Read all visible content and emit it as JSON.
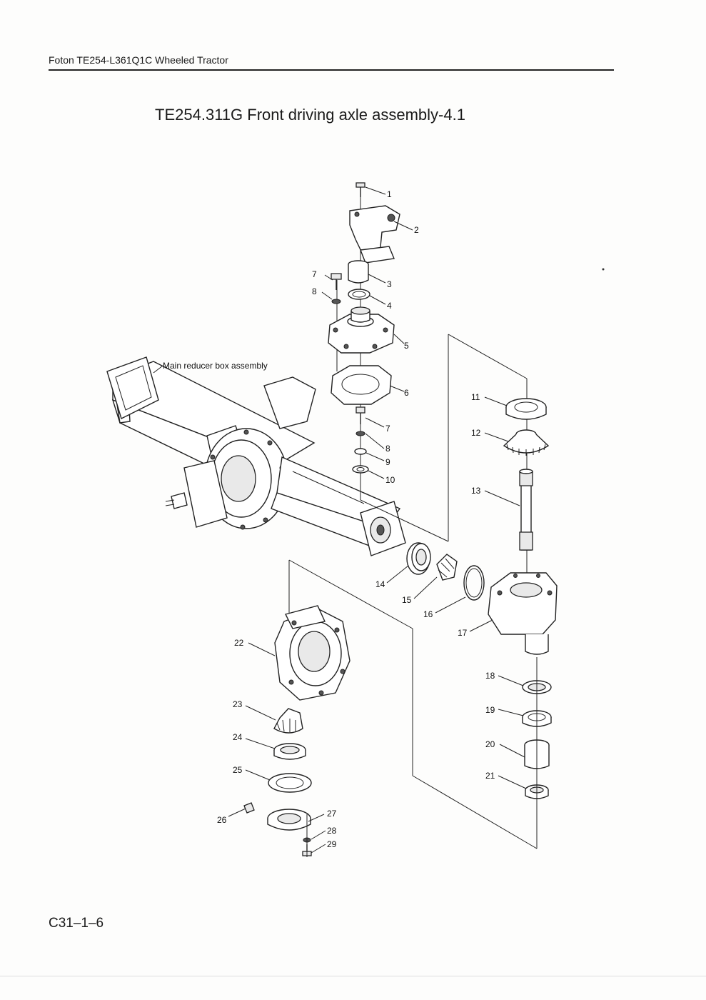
{
  "header": {
    "doc_title": "Foton TE254-L361Q1C Wheeled Tractor"
  },
  "diagram": {
    "title": "TE254.311G  Front driving axle assembly-4.1",
    "sublabel": "Main reducer box assembly",
    "callouts": [
      "1",
      "2",
      "3",
      "4",
      "5",
      "6",
      "7",
      "8",
      "7",
      "8",
      "9",
      "10",
      "11",
      "12",
      "13",
      "14",
      "15",
      "16",
      "17",
      "18",
      "19",
      "20",
      "21",
      "22",
      "23",
      "24",
      "25",
      "26",
      "27",
      "28",
      "29"
    ]
  },
  "footer": {
    "page_number": "C31–1–6"
  }
}
